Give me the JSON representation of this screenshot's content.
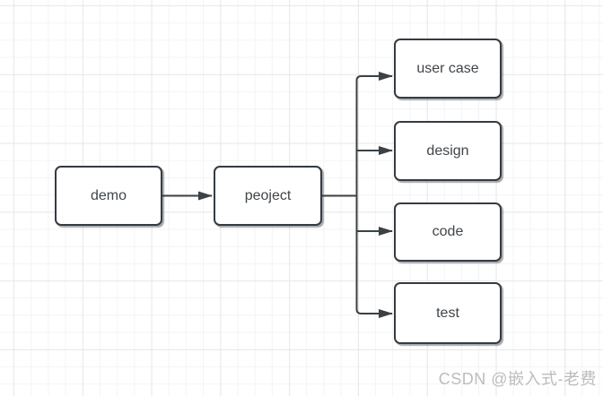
{
  "diagram": {
    "nodes": [
      {
        "id": "demo",
        "label": "demo"
      },
      {
        "id": "peoject",
        "label": "peoject"
      },
      {
        "id": "user-case",
        "label": "user case"
      },
      {
        "id": "design",
        "label": "design"
      },
      {
        "id": "code",
        "label": "code"
      },
      {
        "id": "test",
        "label": "test"
      }
    ],
    "edges": [
      {
        "from": "demo",
        "to": "peoject",
        "arrow": true
      },
      {
        "from": "peoject",
        "to": "user-case",
        "arrow": true
      },
      {
        "from": "peoject",
        "to": "design",
        "arrow": true
      },
      {
        "from": "peoject",
        "to": "code",
        "arrow": true
      },
      {
        "from": "peoject",
        "to": "test",
        "arrow": true
      }
    ],
    "colors": {
      "node_fill": "#ffffff",
      "node_stroke": "#343b43",
      "edge_stroke": "#3b4144",
      "text": "#404549",
      "grid_minor": "#f4f4f4",
      "grid_major": "#e8e8e8",
      "background": "#ffffff"
    }
  },
  "watermark": {
    "text": "CSDN @嵌入式-老费",
    "color": "#bcbcbc"
  }
}
